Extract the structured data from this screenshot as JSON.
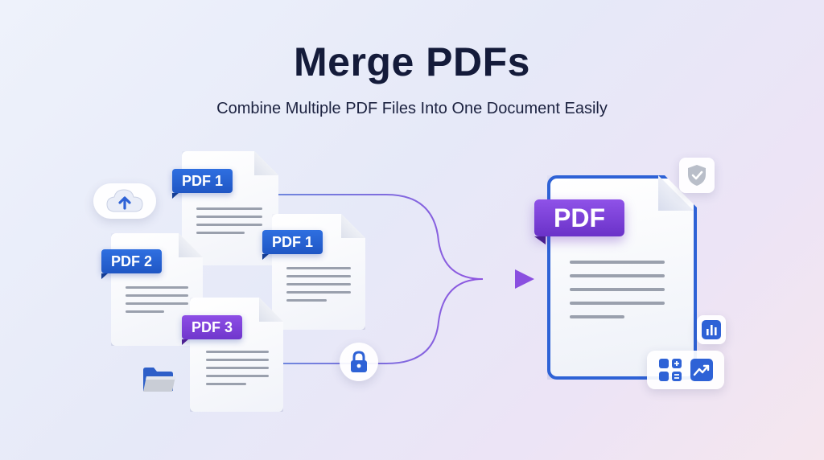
{
  "header": {
    "title": "Merge PDFs",
    "subtitle": "Combine Multiple PDF Files Into One Document Easily"
  },
  "inputs": [
    {
      "label": "PDF 1",
      "color": "#2563d6"
    },
    {
      "label": "PDF 1",
      "color": "#2563d6"
    },
    {
      "label": "PDF 2",
      "color": "#2563d6"
    },
    {
      "label": "PDF 3",
      "color": "#7b3fd8"
    }
  ],
  "output": {
    "label": "PDF",
    "color": "#7b3fd8",
    "border_color": "#2e62d6"
  },
  "icons": {
    "cloud": "cloud-upload-icon",
    "folder": "folder-icon",
    "lock": "lock-icon",
    "shield": "shield-check-icon",
    "bar_chart": "bar-chart-icon",
    "grid": "calculator-grid-icon",
    "trend": "trend-chart-icon"
  },
  "colors": {
    "accent_blue": "#2e62d6",
    "accent_purple": "#7b3fd8",
    "title": "#141b3a"
  }
}
